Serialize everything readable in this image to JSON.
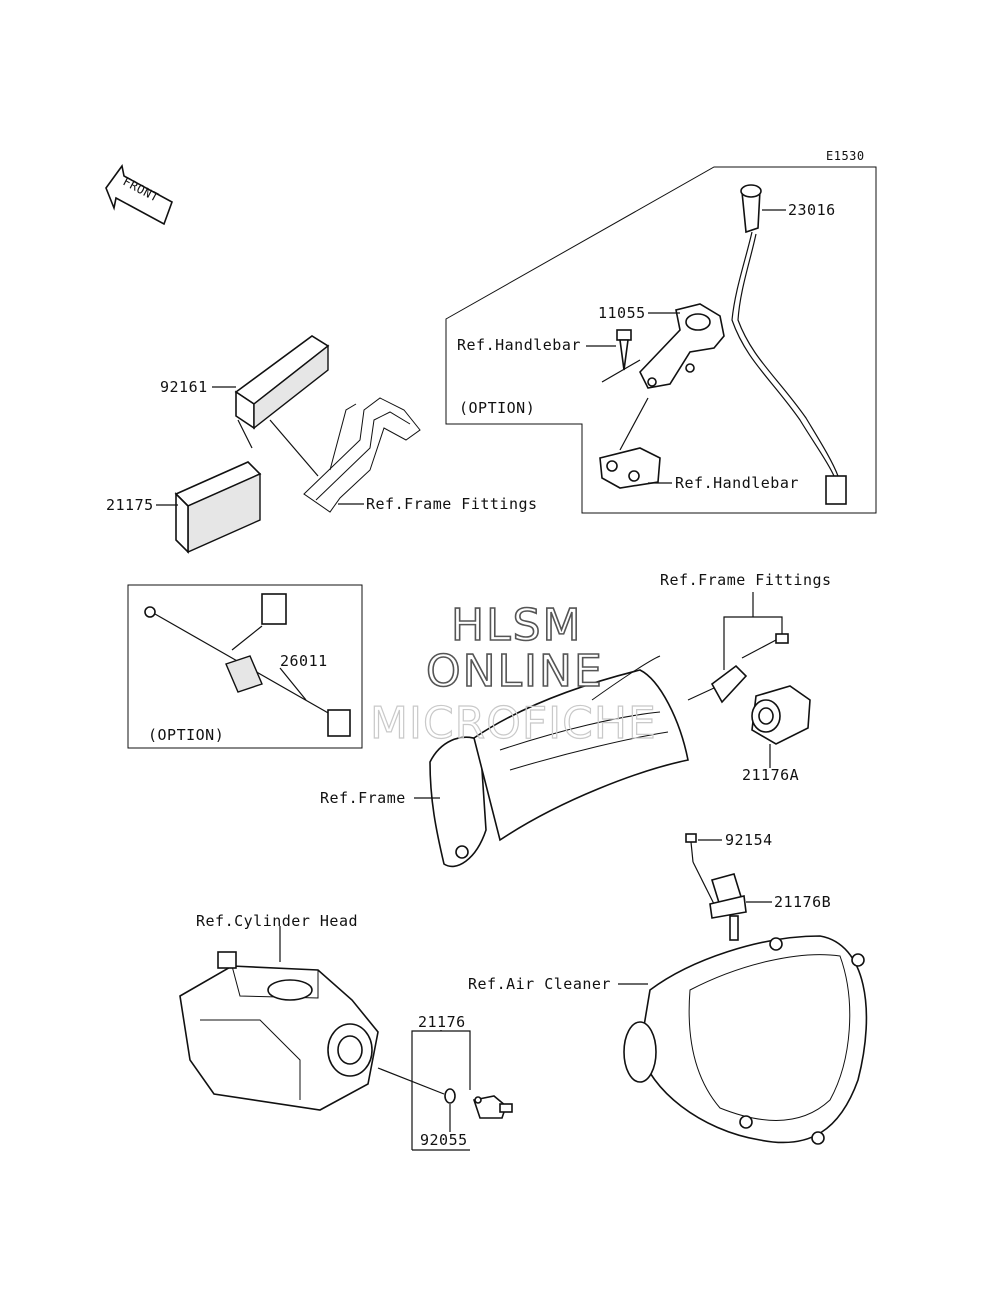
{
  "diagram_code": "E1530",
  "front_label": "FRONT",
  "watermark": {
    "line1": "HLSM",
    "line2": "ONLINE",
    "line3": "MICROFICHE"
  },
  "option_label": "(OPTION)",
  "labels": {
    "p23016": "23016",
    "p11055": "11055",
    "ref_handlebar": "Ref.Handlebar",
    "p92161": "92161",
    "p21175": "21175",
    "ref_frame_fittings": "Ref.Frame Fittings",
    "p26011": "26011",
    "ref_frame": "Ref.Frame",
    "p21176a": "21176A",
    "p92154": "92154",
    "p21176b": "21176B",
    "ref_cylinder_head": "Ref.Cylinder Head",
    "p21176": "21176",
    "ref_air_cleaner": "Ref.Air Cleaner",
    "p92055": "92055"
  }
}
